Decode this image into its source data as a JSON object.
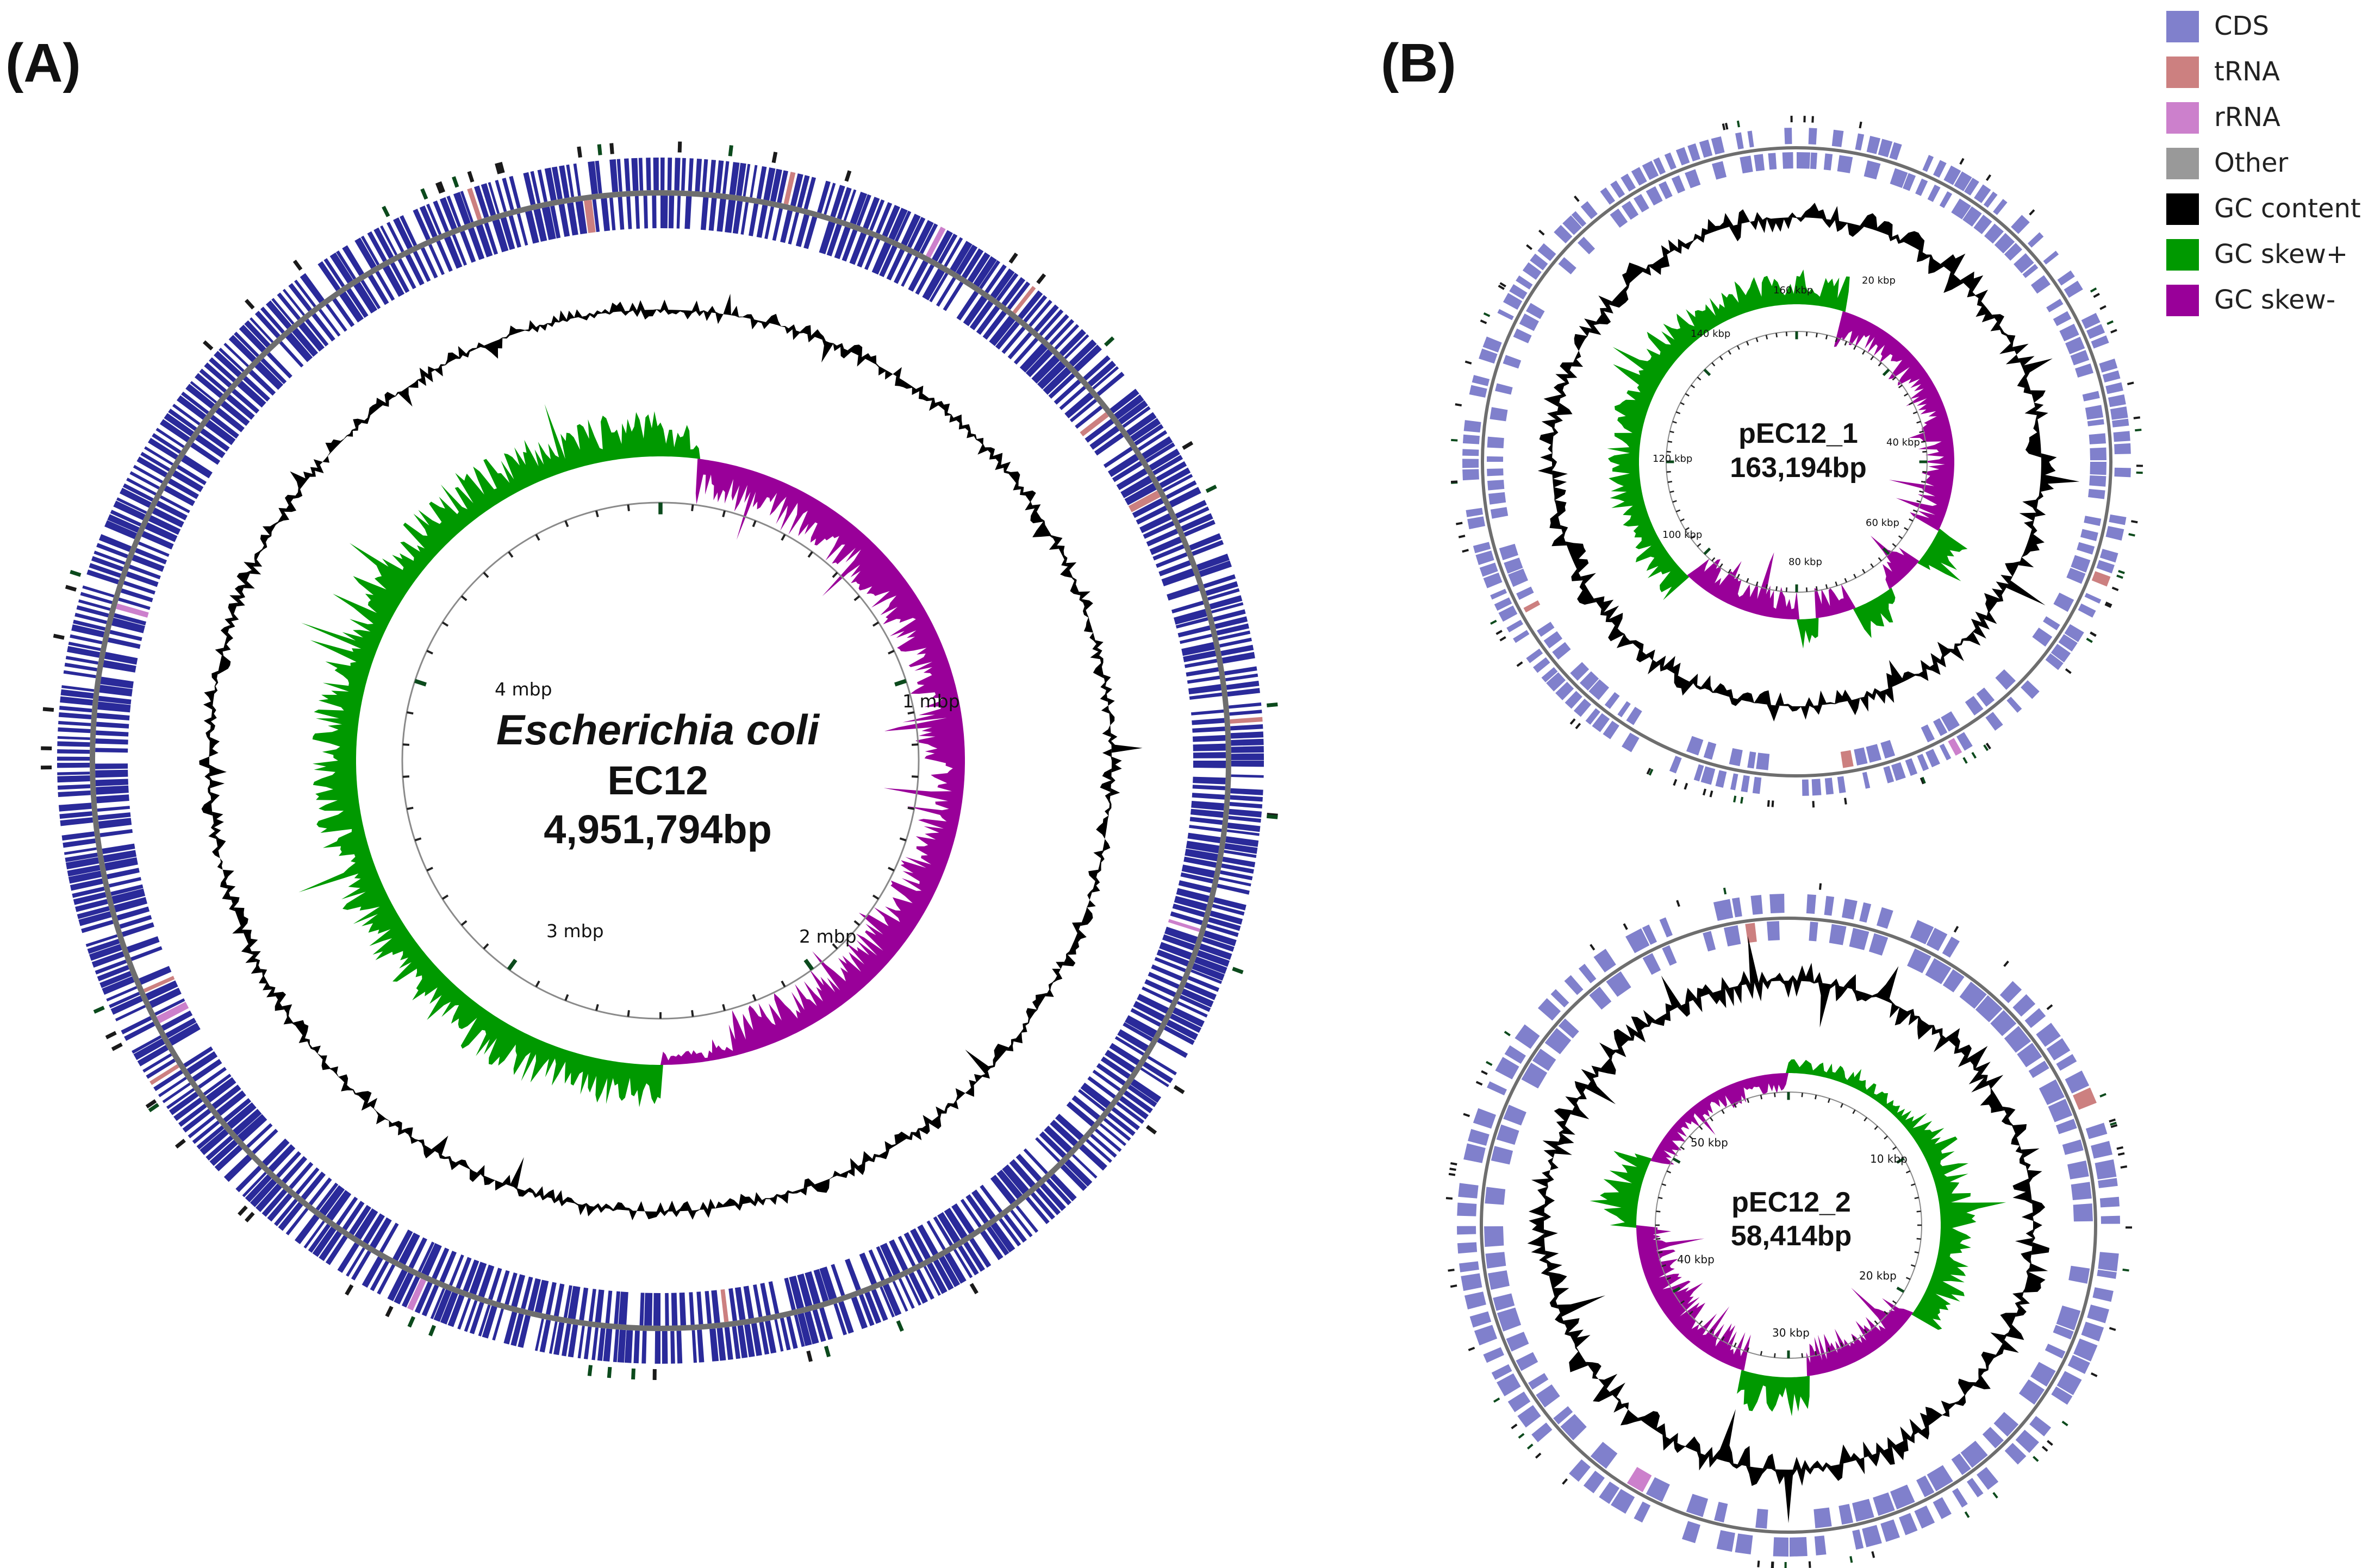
{
  "panels": {
    "A": {
      "label": "(A)"
    },
    "B": {
      "label": "(B)"
    }
  },
  "legend": [
    {
      "label": "CDS",
      "color": "#8080cc"
    },
    {
      "label": "tRNA",
      "color": "#cc8080"
    },
    {
      "label": "rRNA",
      "color": "#cc80cc"
    },
    {
      "label": "Other",
      "color": "#999999"
    },
    {
      "label": "GC content",
      "color": "#000000"
    },
    {
      "label": "GC skew+",
      "color": "#009900"
    },
    {
      "label": "GC skew-",
      "color": "#990099"
    }
  ],
  "maps": [
    {
      "id": "chromosome",
      "organism": "Escherichia coli",
      "strain": "EC12",
      "length": "4,951,794bp",
      "length_value": 4951794,
      "cds_color": "#2a2a9a",
      "axis_labels": [
        "1 mbp",
        "2 mbp",
        "3 mbp",
        "4 mbp"
      ]
    },
    {
      "id": "pEC12_1",
      "name": "pEC12_1",
      "length": "163,194bp",
      "length_value": 163194,
      "cds_color": "#8080cc",
      "axis_labels": [
        "20 kbp",
        "40 kbp",
        "60 kbp",
        "80 kbp",
        "100 kbp",
        "120 kbp",
        "140 kbp",
        "160 kbp"
      ]
    },
    {
      "id": "pEC12_2",
      "name": "pEC12_2",
      "length": "58,414bp",
      "length_value": 58414,
      "cds_color": "#8080cc",
      "axis_labels": [
        "10 kbp",
        "20 kbp",
        "30 kbp",
        "40 kbp",
        "50 kbp"
      ]
    }
  ]
}
